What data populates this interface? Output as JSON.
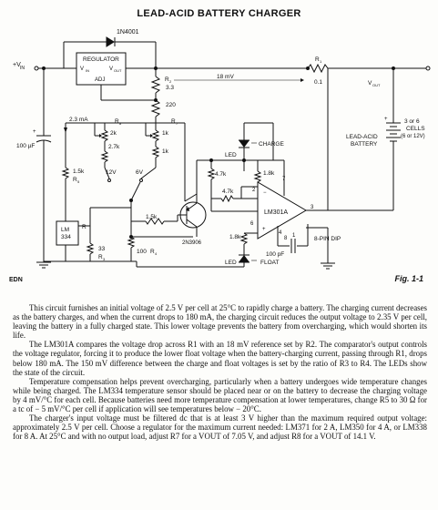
{
  "title": "LEAD-ACID BATTERY CHARGER",
  "source": "EDN",
  "figure_label": "Fig. 1-1",
  "schematic": {
    "vin": "+V",
    "vin_sub": "IN",
    "diode": "1N4001",
    "regulator": {
      "line1": "REGULATOR",
      "vin": "V",
      "vin_sub": "IN",
      "vout": "V",
      "vout_sub": "OUT",
      "adj": "ADJ"
    },
    "cap_in": "100 µF",
    "r1": {
      "name": "R",
      "sub": "1",
      "value": "0.1"
    },
    "vout": "V",
    "vout_sub": "OUT",
    "r2": {
      "name": "R",
      "sub": "2",
      "value": "3.3"
    },
    "mv": "18 mV",
    "r220": "220",
    "current": "2.3 mA",
    "r8": {
      "name": "R",
      "sub": "8",
      "value": "2k"
    },
    "r7": {
      "name": "R",
      "sub": "7",
      "value": "1k"
    },
    "r27k": "2.7k",
    "r1k": "1k",
    "v12": "12V",
    "v6": "6V",
    "r5": {
      "value": "1.5k",
      "name": "R",
      "sub": "5"
    },
    "lm334": {
      "line1": "LM",
      "line2": "334",
      "pin": "R"
    },
    "r3": {
      "value": "33",
      "name": "R",
      "sub": "3"
    },
    "r15k": "1.5k",
    "r4": {
      "value": "100",
      "name": "R",
      "sub": "4"
    },
    "transistor": "2N3906",
    "led1": "LED",
    "led2": "LED",
    "charge": "CHARGE",
    "float": "FLOAT",
    "r47k_a": "4.7k",
    "r47k_b": "4.7k",
    "r18k_a": "1.8k",
    "r18k_b": "1.8k",
    "opamp": "LM301A",
    "pins": [
      "7",
      "2",
      "6",
      "3",
      "4",
      "8",
      "1"
    ],
    "cap100p": "100 pF",
    "dip": "8-PIN DIP",
    "battery": {
      "line1": "LEAD-ACID",
      "line2": "BATTERY",
      "cells1": "3 or 6",
      "cells2": "CELLS",
      "cells3": "(6 or 12V)"
    }
  },
  "paragraphs": [
    "This circuit furnishes an initial voltage of 2.5 V per cell at 25°C to rapidly charge a battery. The charging current decreases as the battery charges, and when the current drops to 180 mA, the charging circuit reduces the output voltage to 2.35 V per cell, leaving the battery in a fully charged state. This lower voltage prevents the battery from overcharging, which would shorten its life.",
    "The LM301A compares the voltage drop across R1 with an 18 mV reference set by R2. The comparator's output controls the voltage regulator, forcing it to produce the lower float voltage when the battery-charging current, passing through R1, drops below 180 mA. The 150 mV difference between the charge and float voltages is set by the ratio of R3 to R4. The LEDs show the state of the circuit.",
    "Temperature compensation helps prevent overcharging, particularly when a battery undergoes wide temperature changes while being charged. The LM334 temperature sensor should be placed near or on the battery to decrease the charging voltage by 4 mV/°C for each cell. Because batteries need more temperature compensation at lower temperatures, change R5 to 30 Ω for a tc of − 5 mV/°C per cell if application will see temperatures below − 20°C.",
    "The charger's input voltage must be filtered dc that is at least 3 V higher than the maximum required output voltage: approximately 2.5 V per cell. Choose a regulator for the maximum current needed: LM371 for 2 A, LM350 for 4 A, or LM338 for 8 A. At 25°C and with no output load, adjust R7 for a VOUT of 7.05 V, and adjust R8 for a VOUT of 14.1 V."
  ]
}
